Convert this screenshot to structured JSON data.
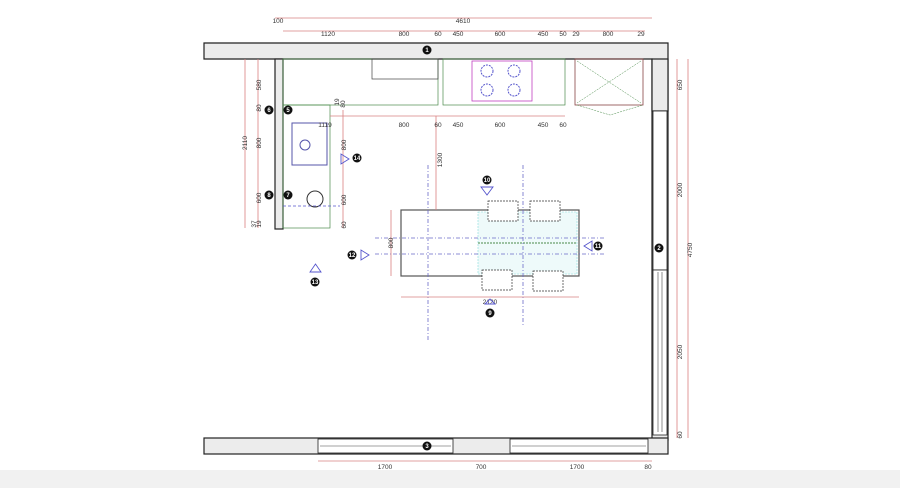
{
  "top_dims": {
    "total": "4610",
    "offset": "100",
    "segments": [
      "1120",
      "800",
      "60",
      "450",
      "600",
      "450",
      "50",
      "29",
      "800",
      "29"
    ]
  },
  "inner_dims": [
    "1119",
    "800",
    "60",
    "450",
    "600",
    "450",
    "60"
  ],
  "left_dims": {
    "total": "2110",
    "segments": [
      "580",
      "80",
      "800",
      "600",
      "37",
      "19"
    ]
  },
  "right_dims": {
    "total": "4750",
    "segments": [
      "650",
      "2000",
      "2050",
      "60"
    ]
  },
  "bottom_dims": [
    "1700",
    "700",
    "1700",
    "80"
  ],
  "misc_dims": {
    "a": "19",
    "b": "80",
    "c": "800",
    "d": "600",
    "e": "60",
    "f": "1300",
    "g": "800",
    "h": "2120"
  },
  "markers": [
    "1",
    "2",
    "3",
    "5",
    "6",
    "7",
    "8",
    "9",
    "10",
    "11",
    "12",
    "13",
    "14"
  ],
  "colors": {
    "dimension": "#d98080",
    "cabinet": "#4a8a4a",
    "axis": "#6a6ac8",
    "hob": "#c040c0"
  }
}
